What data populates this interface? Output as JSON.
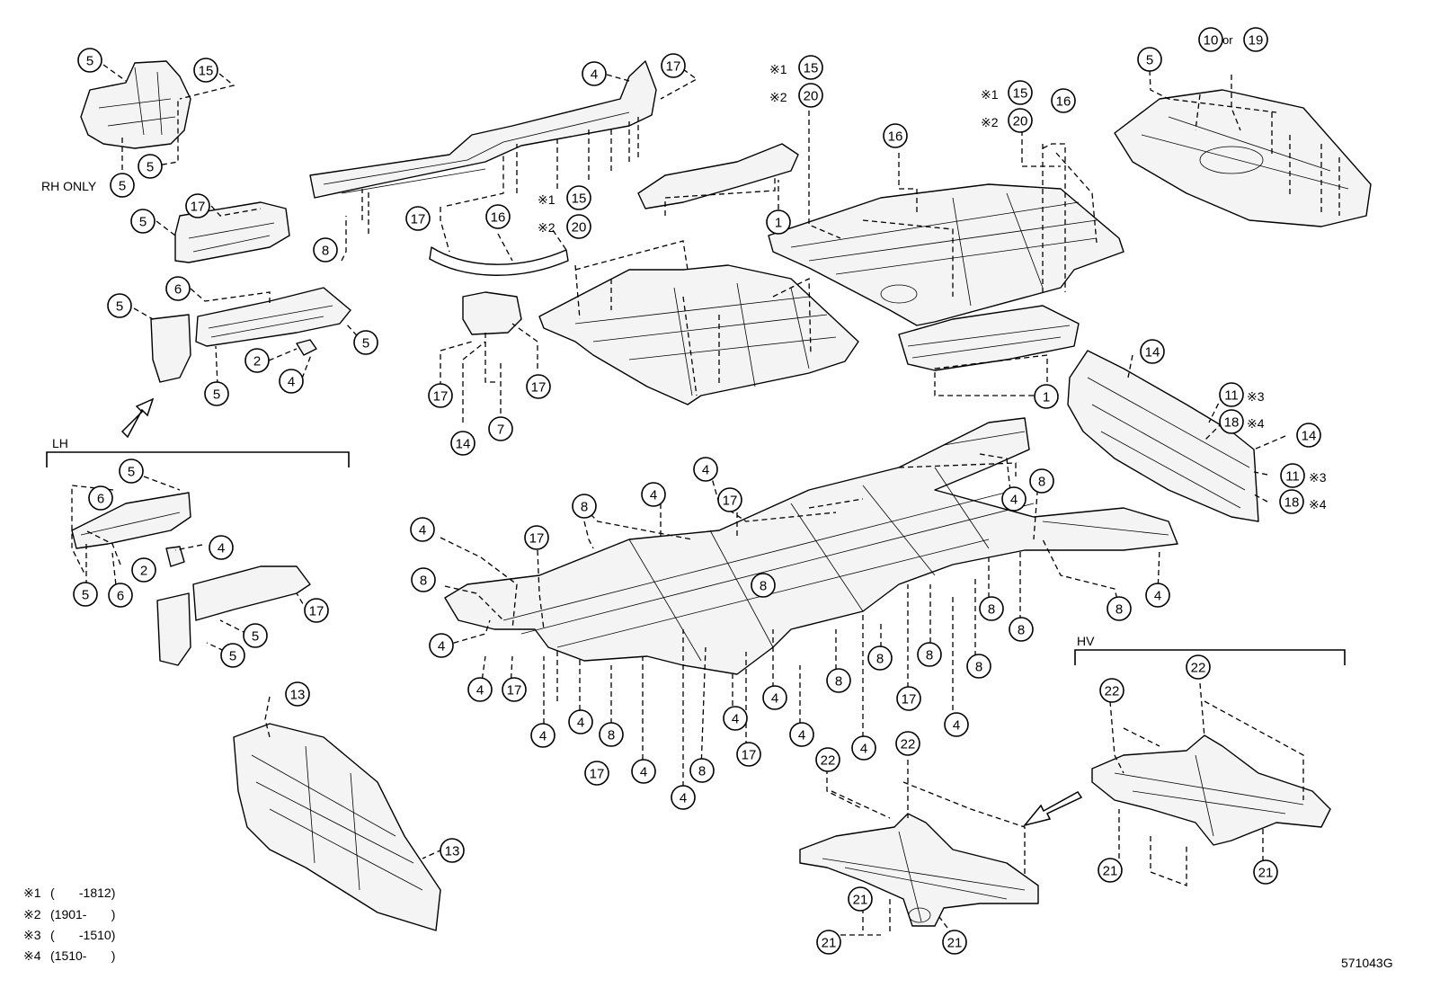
{
  "labels": {
    "rh_only": "RH ONLY",
    "lh": "LH",
    "hv": "HV",
    "diagram_code": "571043G",
    "or_word": "or"
  },
  "notes": [
    {
      "mark": "※1",
      "text": "(       -1812)"
    },
    {
      "mark": "※2",
      "text": "(1901-       )"
    },
    {
      "mark": "※3",
      "text": "(       -1510)"
    },
    {
      "mark": "※4",
      "text": "(1510-       )"
    }
  ],
  "callouts": [
    "1",
    "2",
    "4",
    "5",
    "6",
    "7",
    "8",
    "10",
    "11",
    "13",
    "14",
    "15",
    "16",
    "17",
    "18",
    "19",
    "20",
    "21",
    "22"
  ],
  "variant_marks": {
    "m1": "※1",
    "m2": "※2",
    "m3": "※3",
    "m4": "※4"
  }
}
